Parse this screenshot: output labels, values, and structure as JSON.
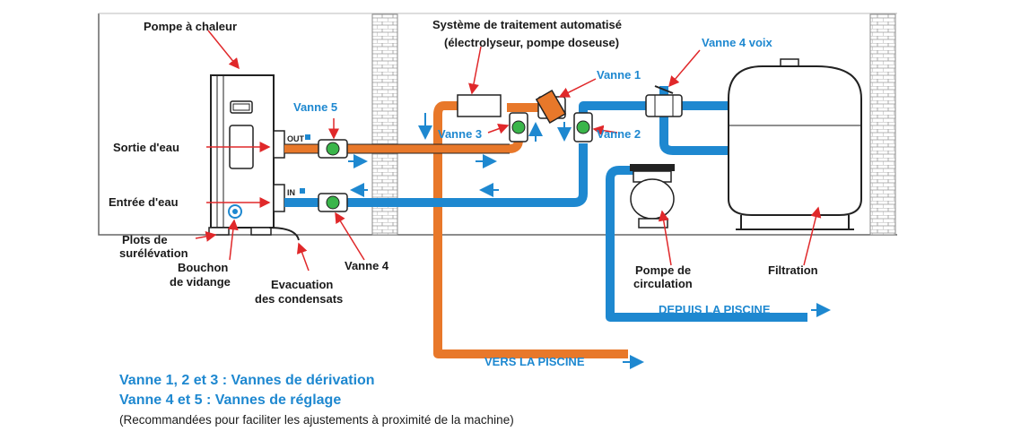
{
  "labels": {
    "heat_pump": "Pompe à chaleur",
    "water_out": "Sortie d'eau",
    "water_in": "Entrée d'eau",
    "raise_feet_1": "Plots de",
    "raise_feet_2": "surélévation",
    "drain_plug_1": "Bouchon",
    "drain_plug_2": "de vidange",
    "condensate_1": "Evacuation",
    "condensate_2": "des condensats",
    "valve_5": "Vanne 5",
    "valve_4_bottom": "Vanne 4",
    "valve_3": "Vanne 3",
    "valve_2": "Vanne 2",
    "valve_1": "Vanne 1",
    "four_way_valve": "Vanne 4 voix",
    "treatment_1": "Système de traitement automatisé",
    "treatment_2": "(électrolyseur, pompe doseuse)",
    "pump_1": "Pompe de",
    "pump_2": "circulation",
    "filtration": "Filtration",
    "from_pool": "DEPUIS LA PISCINE",
    "to_pool": "VERS LA PISCINE",
    "out_tag": "OUT",
    "in_tag": "IN"
  },
  "legend": {
    "line1": "Vanne 1, 2 et 3 : Vannes de dérivation",
    "line2": "Vanne 4 et 5 : Vannes de réglage",
    "line3": "(Recommandées pour faciliter les ajustements à proximité de la machine)"
  },
  "colors": {
    "hot_pipe": "#e8782a",
    "cold_pipe": "#1e88d0",
    "accent_blue": "#1e88d0",
    "arrow_red": "#e0282a",
    "valve_green": "#3ab54a",
    "outline": "#222222"
  }
}
